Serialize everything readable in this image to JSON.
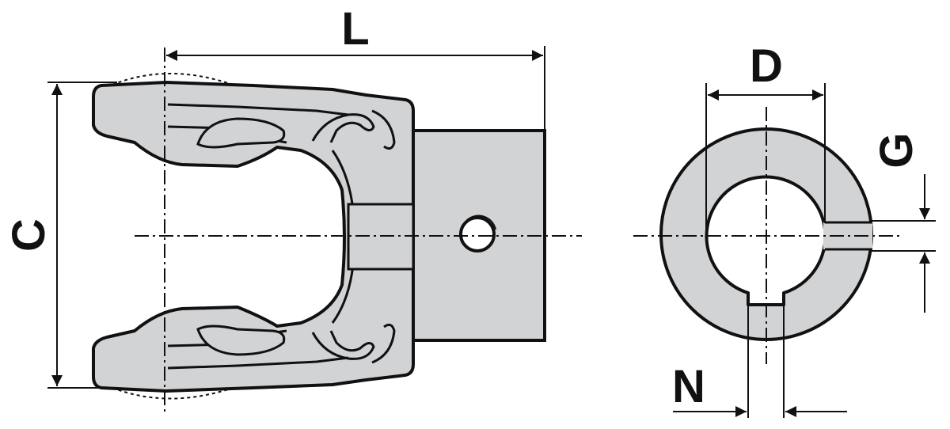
{
  "labels": {
    "L": "L",
    "C": "C",
    "D": "D",
    "G": "G",
    "N": "N"
  },
  "colors": {
    "part_fill": "#d2d3d5",
    "outline": "#111111",
    "background": "#ffffff"
  }
}
